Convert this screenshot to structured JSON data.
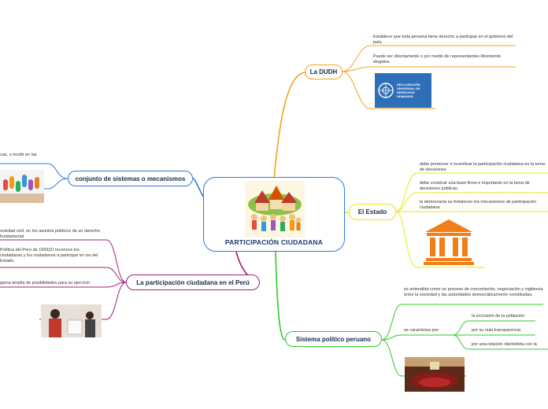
{
  "central": {
    "title": "PARTICIPACIÓN CIUDADANA",
    "image": "people-community-illustration"
  },
  "branches": {
    "dudh": {
      "label": "La DUDH",
      "color": "#f7a21b",
      "leaves": [
        "Establece que toda persona tiene derecho a participar en el gobierno del país.",
        "Puede ser directamente o por medio de representantes libremente elegidos."
      ],
      "image": {
        "name": "un-logo",
        "caption": "DECLARACIÓN UNIVERSAL DE DERECHOS HUMANOS"
      }
    },
    "estado": {
      "label": "El Estado",
      "color": "#e8e81a",
      "leaves": [
        "debe promover e incentivar la participación ciudadana en la toma de decisiones",
        "debe construir una base firme e importante en la toma de decisiones públicas.",
        "la democracia se fortalecen los mecanismos de participación ciudadana"
      ],
      "image": "government-building-icon"
    },
    "sistema": {
      "label": "Sistema político peruano",
      "color": "#31c92a",
      "leaves": [
        "es entendida como un proceso de concertación, negociación y vigilancia entre la sociedad y las autoridades democráticamente constituidas.",
        "se caracteriza por:"
      ],
      "sub": [
        "la exclusión de la población",
        "por su nula transparencia",
        "por una relación clientelista con la"
      ],
      "image": "congress-photo"
    },
    "conjunto": {
      "label": "conjunto de sistemas o mecanismos",
      "color": "#2b7bd8",
      "leaves": [
        "cas, o incidir en las"
      ],
      "image": "raised-hands-image"
    },
    "peru": {
      "label": "La participación ciudadana en el Perú",
      "color": "#a0207a",
      "leaves": [
        "ociedad civil, en los asuntos públicos de un derecho fundamental",
        "Política del Perú de 1993(2) reconoce los ciudadanas y los ciudadanos a participar en ios del Estado.",
        "gama amplia de posibilidades para su ejercicio"
      ],
      "image": "voting-photo"
    }
  }
}
